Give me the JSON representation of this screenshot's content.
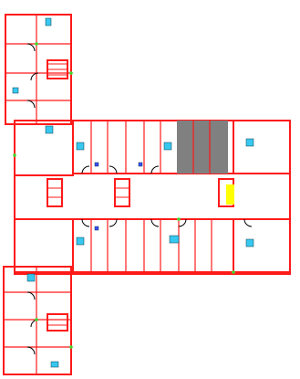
{
  "colors": {
    "background": "#ffffff",
    "wall": "#ff1a1a",
    "door_arc": "#000000",
    "fixture": "#37c8f0",
    "fixture_dark": "#3a4cff",
    "node": "#3ddc2e",
    "shaded_zone": "#808080",
    "highlight": "#ffff00"
  },
  "elements": {
    "upper_wing": "wall-outline",
    "lower_wing": "wall-outline",
    "central_block": "wall-outline",
    "shaded_zone": "selected-area",
    "highlight_zone": "highlighted-area",
    "icons": [
      "door-arc-icon",
      "fixture-icon",
      "node-marker-icon"
    ]
  }
}
